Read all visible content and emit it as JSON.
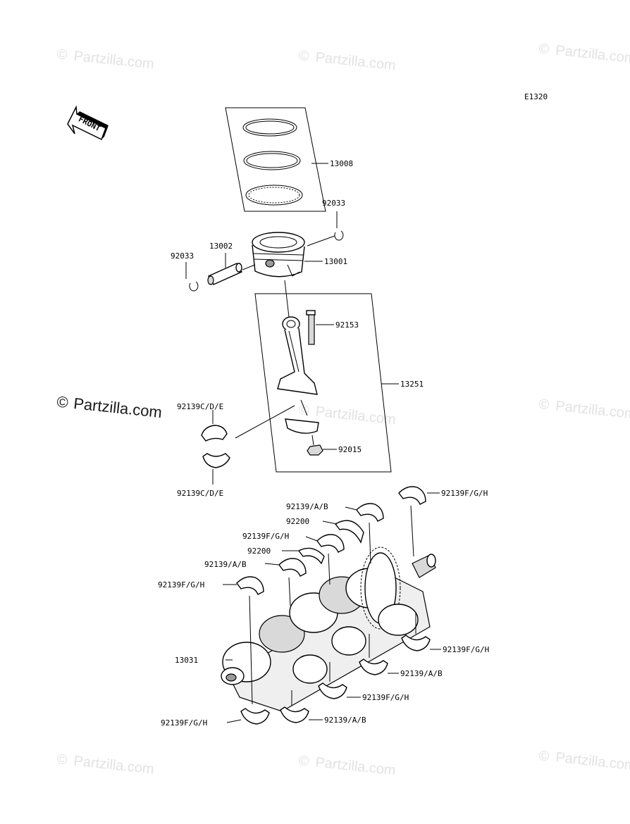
{
  "diagram_code": "E1320",
  "front_label": "FRONT",
  "watermark_text": "Partzilla.com",
  "callouts": {
    "c13008": "13008",
    "c92033_right": "92033",
    "c92033_left": "92033",
    "c13002": "13002",
    "c13001": "13001",
    "c92153": "92153",
    "c13251": "13251",
    "c92015": "92015",
    "c92139cde_top": "92139C/D/E",
    "c92139cde_bottom": "92139C/D/E",
    "c92139fgh_1": "92139F/G/H",
    "c92139ab_1": "92139/A/B",
    "c92200_1": "92200",
    "c92139fgh_2": "92139F/G/H",
    "c92200_2": "92200",
    "c92139ab_2": "92139/A/B",
    "c92139fgh_3": "92139F/G/H",
    "c13031": "13031",
    "c92139fgh_4": "92139F/G/H",
    "c92139ab_3": "92139/A/B",
    "c92139fgh_5": "92139F/G/H",
    "c92139fgh_6": "92139F/G/H",
    "c92139ab_4": "92139/A/B"
  },
  "colors": {
    "line": "#000000",
    "watermark": "#e2e2e2",
    "watermark_strong": "#1a1a1a"
  }
}
